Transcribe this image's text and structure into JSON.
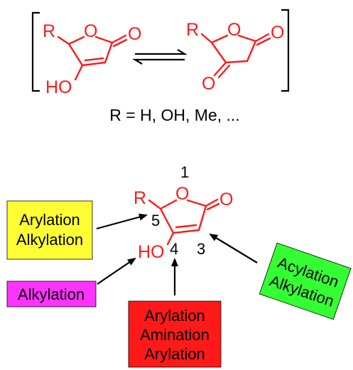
{
  "tautomer_left": {
    "r": "R",
    "o_ring": "O",
    "o_carbonyl": "O",
    "ho": "HO"
  },
  "tautomer_right": {
    "r": "R",
    "o_ring": "O",
    "o_carbonyl": "O",
    "o_ketone": "O"
  },
  "substituent_note": "R = H, OH, Me, ...",
  "scaffold": {
    "r": "R",
    "o_ring": "O",
    "o_carbonyl": "O",
    "ho": "HO",
    "pos_1": "1",
    "pos_3": "3",
    "pos_4": "4",
    "pos_5": "5"
  },
  "boxes": {
    "top_left": {
      "lines": [
        "Arylation",
        "Alkylation"
      ],
      "color": "#ffff33"
    },
    "mid_left": {
      "lines": [
        "Alkylation"
      ],
      "color": "#ff33ff"
    },
    "bottom": {
      "lines": [
        "Arylation",
        "Amination",
        "Arylation"
      ],
      "color": "#ff1a1a"
    },
    "right": {
      "lines": [
        "Acylation",
        "Alkylation"
      ],
      "color": "#33ff33"
    }
  }
}
